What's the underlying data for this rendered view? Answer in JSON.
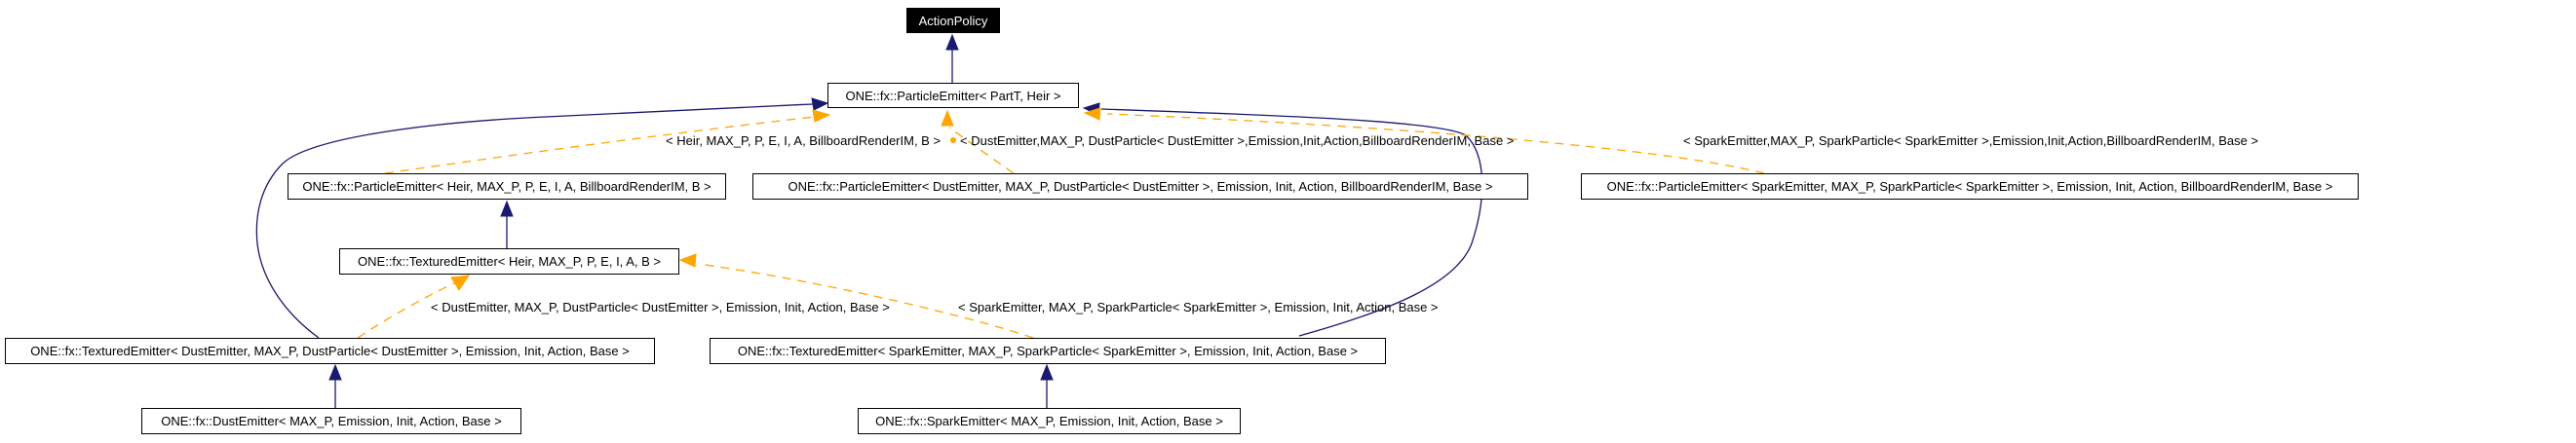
{
  "diagram": {
    "kind": "class-inheritance-graph",
    "colors": {
      "inheritance_edge": "#191970",
      "template_edge": "#ffa500",
      "node_background": "#ffffff",
      "node_border": "#000000",
      "focus_node_background": "#000000",
      "focus_node_text": "#ffffff"
    },
    "nodes": {
      "action_policy": {
        "label": "ActionPolicy"
      },
      "particle_emitter_generic": {
        "label": "ONE::fx::ParticleEmitter< PartT, Heir >"
      },
      "particle_emitter_heir": {
        "label": "ONE::fx::ParticleEmitter< Heir, MAX_P, P, E, I, A, BillboardRenderIM, B >"
      },
      "particle_emitter_dust": {
        "label": "ONE::fx::ParticleEmitter< DustEmitter, MAX_P, DustParticle< DustEmitter >, Emission, Init, Action, BillboardRenderIM, Base >"
      },
      "particle_emitter_spark": {
        "label": "ONE::fx::ParticleEmitter< SparkEmitter, MAX_P, SparkParticle< SparkEmitter >, Emission, Init, Action, BillboardRenderIM, Base >"
      },
      "textured_emitter_generic": {
        "label": "ONE::fx::TexturedEmitter< Heir, MAX_P, P, E, I, A, B >"
      },
      "textured_emitter_dust": {
        "label": "ONE::fx::TexturedEmitter< DustEmitter, MAX_P, DustParticle< DustEmitter >, Emission, Init, Action, Base >"
      },
      "textured_emitter_spark": {
        "label": "ONE::fx::TexturedEmitter< SparkEmitter, MAX_P, SparkParticle< SparkEmitter >, Emission, Init, Action, Base >"
      },
      "dust_emitter": {
        "label": "ONE::fx::DustEmitter< MAX_P, Emission, Init, Action, Base >"
      },
      "spark_emitter": {
        "label": "ONE::fx::SparkEmitter< MAX_P, Emission, Init, Action, Base >"
      }
    },
    "edge_labels": {
      "heir_template_args": "< Heir, MAX_P, P, E, I, A, BillboardRenderIM, B >",
      "dust_template_args_full": "< DustEmitter,MAX_P, DustParticle< DustEmitter >,Emission,Init,Action,BillboardRenderIM, Base >",
      "spark_template_args_full": "< SparkEmitter,MAX_P, SparkParticle< SparkEmitter >,Emission,Init,Action,BillboardRenderIM, Base >",
      "dust_template_args_short": "< DustEmitter, MAX_P, DustParticle< DustEmitter >, Emission, Init, Action, Base >",
      "spark_template_args_short": "< SparkEmitter, MAX_P, SparkParticle< SparkEmitter >, Emission, Init, Action, Base >"
    }
  }
}
